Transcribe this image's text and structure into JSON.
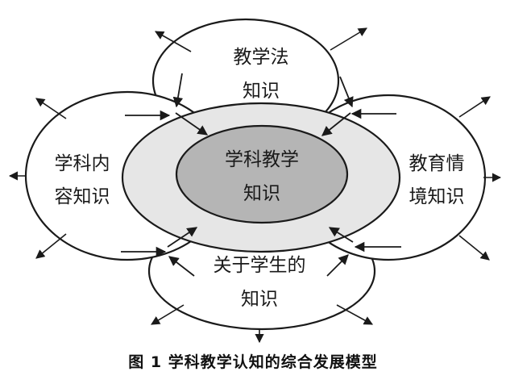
{
  "diagram": {
    "top": {
      "line1": "教学法",
      "line2": "知识"
    },
    "left": {
      "line1": "学科内",
      "line2": "容知识"
    },
    "right": {
      "line1": "教育情",
      "line2": "境知识"
    },
    "bottom": {
      "line1": "关于学生的",
      "line2": "知识"
    },
    "center": {
      "line1": "学科教学",
      "line2": "知识"
    }
  },
  "caption": "图 1  学科教学认知的综合发展模型",
  "colors": {
    "stroke": "#1a1a1a",
    "outer_fill": "#ffffff",
    "middle_fill": "#e6e6e6",
    "inner_fill": "#b5b5b5"
  }
}
